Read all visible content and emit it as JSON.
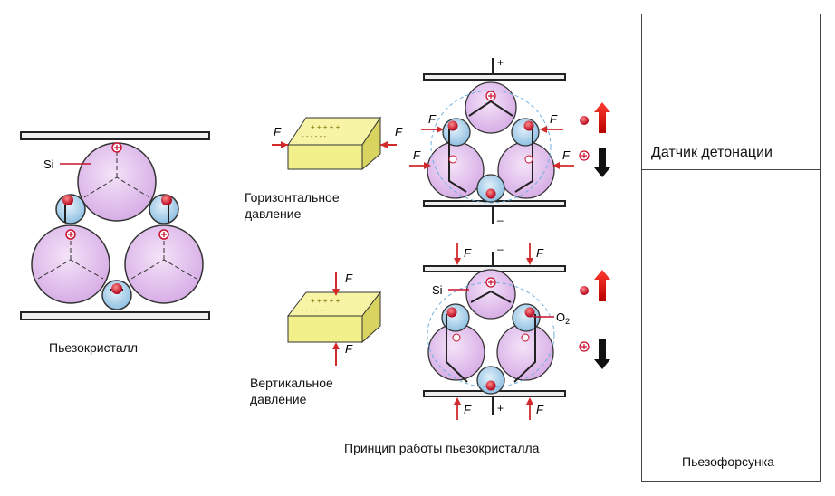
{
  "labels": {
    "si": "Si",
    "o2_base": "O",
    "o2_sub": "2",
    "plus": "+",
    "minus": "–",
    "force": "F",
    "crystal_caption": "Пьезокристалл",
    "horizontal_line1": "Горизонтальное",
    "horizontal_line2": "давление",
    "vertical_line1": "Вертикальное",
    "vertical_line2": "давление",
    "principle_caption": "Принцип работы пьезокристалла"
  },
  "panels": {
    "knock_sensor": {
      "title": "Датчик детонации"
    },
    "piezo_injector": {
      "caption": "Пьезофорсунка"
    }
  },
  "colors": {
    "si_atom": "#e6c6ee",
    "o_atom": "#b9d9ef",
    "charge": "#c8102e",
    "block": "#f2f08a",
    "block_dark": "#c9c64a",
    "force_arrow": "#d22a2a",
    "plate": "#eeeeee"
  }
}
